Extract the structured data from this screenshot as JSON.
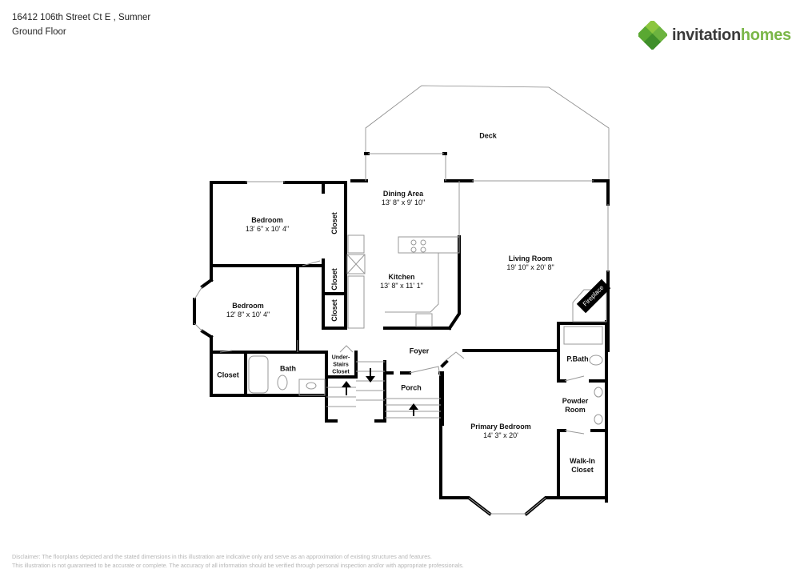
{
  "header": {
    "address": "16412 106th Street Ct E , Sumner",
    "floor": "Ground Floor"
  },
  "logo": {
    "icon": "clover-logo-icon",
    "word1": "invitation",
    "word2": "homes",
    "colors": {
      "dark": "#3a3a3a",
      "green": "#7ab648"
    }
  },
  "rooms": {
    "deck": {
      "name": "Deck"
    },
    "dining": {
      "name": "Dining Area",
      "dims": "13' 8\" x 9' 10\""
    },
    "kitchen": {
      "name": "Kitchen",
      "dims": "13' 8\" x 11' 1\""
    },
    "living": {
      "name": "Living Room",
      "dims": "19' 10\" x 20' 8\""
    },
    "bedroom1": {
      "name": "Bedroom",
      "dims": "13' 6\" x 10' 4\""
    },
    "bedroom2": {
      "name": "Bedroom",
      "dims": "12' 8\" x 10' 4\""
    },
    "closet_top": {
      "name": "Closet"
    },
    "closet_mid1": {
      "name": "Closet"
    },
    "closet_mid2": {
      "name": "Closet"
    },
    "closet_bl": {
      "name": "Closet"
    },
    "bath": {
      "name": "Bath"
    },
    "understairs": {
      "line1": "Under-",
      "line2": "Stairs",
      "line3": "Closet"
    },
    "foyer": {
      "name": "Foyer"
    },
    "porch": {
      "name": "Porch"
    },
    "fireplace": {
      "name": "Fireplace"
    },
    "pbath": {
      "name": "P.Bath"
    },
    "powder": {
      "line1": "Powder",
      "line2": "Room"
    },
    "primary": {
      "name": "Primary Bedroom",
      "dims": "14' 3\" x 20'"
    },
    "walkin": {
      "line1": "Walk-In",
      "line2": "Closet"
    }
  },
  "disclaimer": {
    "line1": "Disclaimer: The floorplans depicted and the stated dimensions in this illustration are indicative only and serve as an approximation of existing structures and features.",
    "line2": "This illustration is not guaranteed to be accurate or complete. The accuracy of all information should be verified through personal inspection and/or with appropriate professionals."
  }
}
